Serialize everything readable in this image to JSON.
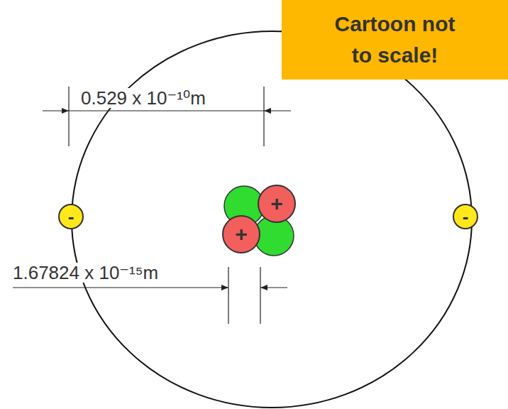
{
  "diagram": {
    "nodes": [
      {
        "text": [
          "Cartoon not to scale!"
        ]
      },
      {
        "text": [
          "-"
        ]
      },
      {
        "text": [
          "+"
        ]
      },
      {
        "text": [
          "+"
        ]
      },
      {
        "text": [
          "-"
        ]
      }
    ],
    "labels": [
      "0.529 x 10⁻¹⁰m",
      "1.67824 x 10⁻¹⁵m"
    ]
  }
}
